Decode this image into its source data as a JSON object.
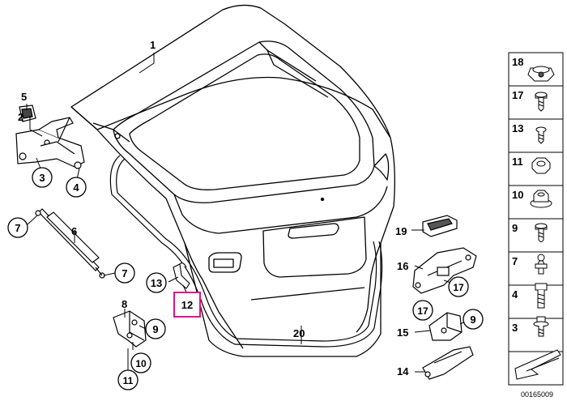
{
  "callouts": {
    "c1": "1",
    "c2": "2",
    "c3": "3",
    "c4": "4",
    "c5": "5",
    "c6": "6",
    "c7a": "7",
    "c7b": "7",
    "c8": "8",
    "c9a": "9",
    "c9b": "9",
    "c10": "10",
    "c11": "11",
    "c12": "12",
    "c13": "13",
    "c14": "14",
    "c15": "15",
    "c16": "16",
    "c17a": "17",
    "c17b": "17",
    "c19": "19",
    "c20": "20"
  },
  "sidebar": {
    "items": [
      {
        "number": "18",
        "icon": "rubber-buffer-icon"
      },
      {
        "number": "17",
        "icon": "torx-screw-icon"
      },
      {
        "number": "13",
        "icon": "small-screw-icon"
      },
      {
        "number": "11",
        "icon": "hex-nut-icon"
      },
      {
        "number": "10",
        "icon": "collar-nut-icon"
      },
      {
        "number": "9",
        "icon": "pin-screw-icon"
      },
      {
        "number": "7",
        "icon": "ball-stud-icon"
      },
      {
        "number": "4",
        "icon": "hex-bolt-icon"
      },
      {
        "number": "3",
        "icon": "washer-bolt-icon"
      },
      {
        "number": "",
        "icon": "arrow-icon"
      }
    ]
  },
  "doc_id": "00165009",
  "highlight_color": "#e0148c"
}
